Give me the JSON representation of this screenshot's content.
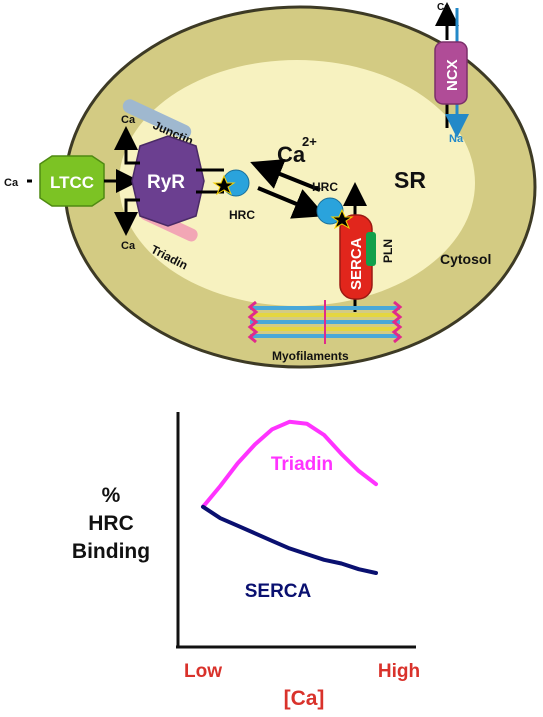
{
  "top_diagram": {
    "sr_label": "SR",
    "ca_label": "Ca",
    "ca_superscript": "2+",
    "cytosol_label": "Cytosol",
    "ltcc_label": "LTCC",
    "ltcc_ca_label": "Ca",
    "ryr_label": "RyR",
    "ryr_ca_top": "Ca",
    "ryr_ca_bottom": "Ca",
    "junctin_label": "Junctin",
    "triadin_label": "Triadin",
    "hrc_left_label": "HRC",
    "hrc_right_label": "HRC",
    "serca_label": "SERCA",
    "pln_label": "PLN",
    "ncx_label": "NCX",
    "ncx_ca_label": "Ca",
    "ncx_na_label": "Na",
    "myofilaments_label": "Myofilaments",
    "colors": {
      "cytosol_fill": "#d3cb83",
      "sr_fill": "#f7f2c0",
      "ltcc": "#7cc324",
      "ryr": "#6b3f90",
      "hrc": "#2aa3dc",
      "serca": "#e1261c",
      "pln": "#12a04b",
      "ncx": "#b04c97",
      "junctin": "#9fb8cf",
      "triadin_ribbon": "#f2a6b5",
      "na_arrow": "#2389c8"
    }
  },
  "chart_data": {
    "type": "line",
    "ylabel_lines": [
      "%",
      "HRC",
      "Binding"
    ],
    "xlabel": "[Ca]",
    "x_tick_low": "Low",
    "x_tick_high": "High",
    "x": [
      0,
      0.1,
      0.2,
      0.3,
      0.4,
      0.5,
      0.6,
      0.7,
      0.8,
      0.9,
      1.0
    ],
    "series": [
      {
        "name": "Triadin",
        "color": "#ff33ff",
        "values": [
          0.53,
          0.64,
          0.76,
          0.86,
          0.94,
          0.98,
          0.97,
          0.91,
          0.81,
          0.72,
          0.65
        ]
      },
      {
        "name": "SERCA",
        "color": "#0a1070",
        "values": [
          0.53,
          0.47,
          0.43,
          0.39,
          0.35,
          0.31,
          0.28,
          0.25,
          0.23,
          0.2,
          0.18
        ]
      }
    ],
    "xlim": [
      0,
      1
    ],
    "ylim": [
      0,
      1
    ],
    "axis_color": "#111111",
    "tick_color": "#d9322b"
  }
}
